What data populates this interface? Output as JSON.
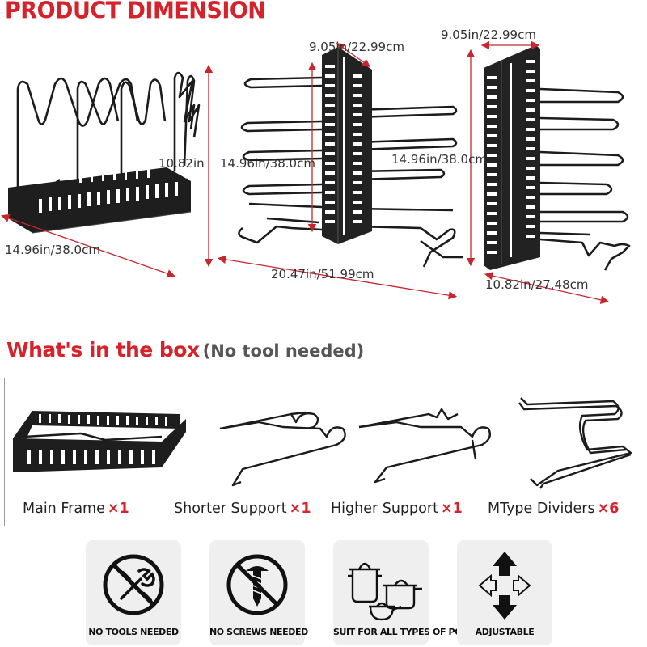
{
  "title": "PRODUCT DIMENSION",
  "dimensions": {
    "rack1_height": "10.82in",
    "rack1_length": "14.96in/38.0cm",
    "rack2_width": "9.05in/22.99cm",
    "rack2_height": "14.96in/38.0cm",
    "rack2_length": "20.47in/51.99cm",
    "rack3_width": "9.05in/22.99cm",
    "rack3_height": "14.96in/38.0cm",
    "rack3_depth": "10.82in/27.48cm"
  },
  "box": {
    "heading": "What's in the box",
    "subheading": "(No tool needed)",
    "items": [
      {
        "label": "Main Frame",
        "qty": "×1"
      },
      {
        "label": "Shorter Support",
        "qty": "×1"
      },
      {
        "label": "Higher Support",
        "qty": "×1"
      },
      {
        "label": "MType Dividers",
        "qty": "×6"
      }
    ]
  },
  "features": [
    {
      "label": "NO TOOLS NEEDED",
      "icon": "no-tools-icon"
    },
    {
      "label": "NO SCREWS NEEDED",
      "icon": "no-screws-icon"
    },
    {
      "label": "SUIT FOR ALL TYPES OF POTS",
      "icon": "pots-icon"
    },
    {
      "label": "ADJUSTABLE",
      "icon": "adjustable-arrows-icon"
    }
  ],
  "colors": {
    "accent": "#d6222a",
    "metal": "#1c1c1c",
    "panel": "#efefef"
  }
}
